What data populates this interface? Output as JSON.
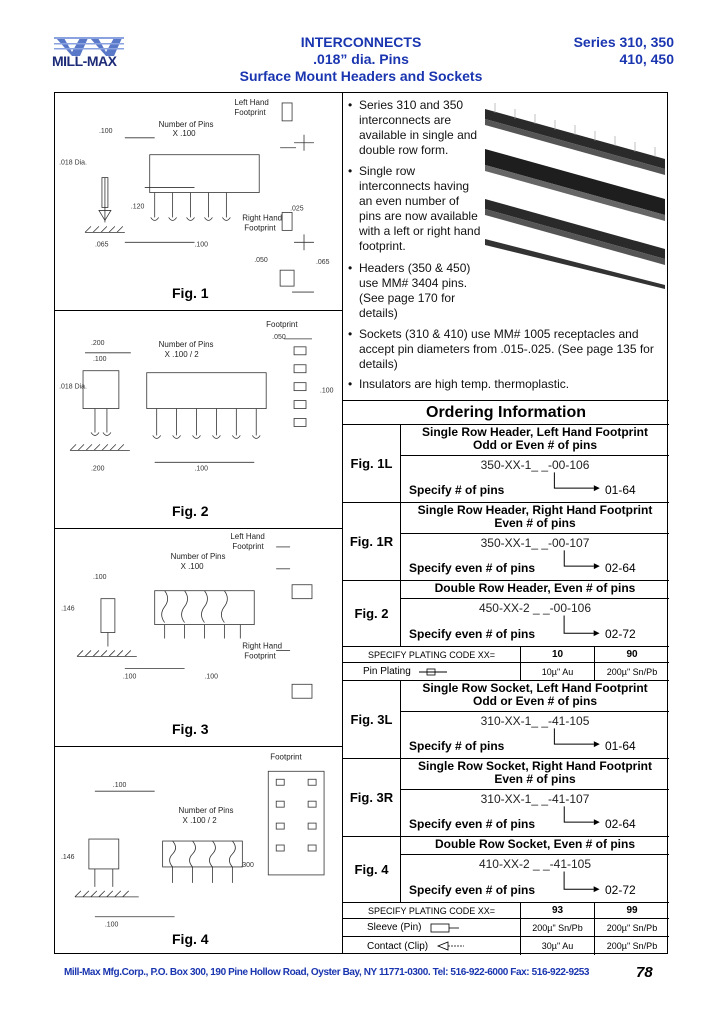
{
  "brand": {
    "logo_text": "MILL-MAX"
  },
  "header": {
    "title_lines": [
      "INTERCONNECTS",
      ".018” dia. Pins",
      "Surface Mount Headers and Sockets"
    ],
    "series_lines": [
      "Series 310, 350",
      "410, 450"
    ]
  },
  "figures": {
    "fig1": {
      "label": "Fig. 1",
      "left_hand": "Left Hand\nFootprint",
      "right_hand": "Right Hand\nFootprint",
      "num_pins": "Number of Pins\nX .100",
      "dim_100": ".100",
      "dim_018": ".018 Dia.",
      "dim_120": ".120",
      "dim_025": ".025",
      "dim_050": ".050",
      "dim_065": ".065"
    },
    "fig2": {
      "label": "Fig. 2",
      "footprint": "Footprint",
      "num_pins": "Number of Pins\nX .100 / 2",
      "dim_200": ".200",
      "dim_100": ".100",
      "dim_018": ".018 Dia.",
      "dim_050": ".050"
    },
    "fig3": {
      "label": "Fig. 3",
      "left_hand": "Left Hand\nFootprint",
      "right_hand": "Right Hand\nFootprint",
      "num_pins": "Number of Pins\nX .100",
      "dim_100": ".100",
      "dim_146": ".146"
    },
    "fig4": {
      "label": "Fig. 4",
      "footprint": "Footprint",
      "num_pins": "Number of Pins\nX .100 / 2",
      "dim_100": ".100",
      "dim_146": ".146",
      "dim_300": ".300"
    }
  },
  "bullets": [
    "Series 310 and 350 interconnects are available in single and double row form.",
    "Single row interconnects having an even number of pins are now available with a left or right hand footprint.",
    "Headers (350 & 450) use MM# 3404 pins. (See page 170 for details)",
    "Sockets (310 & 410) use MM# 1005 receptacles and accept pin diameters from .015-.025. (See page 135 for details)",
    "Insulators are high temp. thermoplastic."
  ],
  "ordering": {
    "title": "Ordering Information",
    "rows": [
      {
        "fig": "Fig. 1L",
        "desc1": "Single Row Header, Left Hand Footprint",
        "desc2": "Odd or Even # of pins",
        "pn": "350-XX-1_ _-00-106",
        "spec": "Specify # of pins",
        "range": "01-64"
      },
      {
        "fig": "Fig. 1R",
        "desc1": "Single Row Header, Right Hand Footprint",
        "desc2": "Even # of pins",
        "pn": "350-XX-1_ _-00-107",
        "spec": "Specify even # of pins",
        "range": "02-64"
      },
      {
        "fig": "Fig. 2",
        "desc1": "Double Row Header, Even # of pins",
        "desc2": "",
        "pn": "450-XX-2 _ _-00-106",
        "spec": "Specify even # of pins",
        "range": "02-72"
      },
      {
        "fig": "Fig. 3L",
        "desc1": "Single Row Socket, Left Hand Footprint",
        "desc2": "Odd or Even # of pins",
        "pn": "310-XX-1_ _-41-105",
        "spec": "Specify # of pins",
        "range": "01-64"
      },
      {
        "fig": "Fig. 3R",
        "desc1": "Single Row Socket, Right Hand Footprint",
        "desc2": "Even # of pins",
        "pn": "310-XX-1_ _-41-107",
        "spec": "Specify even # of pins",
        "range": "02-64"
      },
      {
        "fig": "Fig. 4",
        "desc1": "Double Row Socket, Even # of pins",
        "desc2": "",
        "pn": "410-XX-2 _ _-41-105",
        "spec": "Specify even # of pins",
        "range": "02-72"
      }
    ],
    "plating1": {
      "header": "SPECIFY PLATING CODE XX=",
      "code_a": "10",
      "code_b": "90",
      "row_label": "Pin Plating",
      "val_a": "10µ\" Au",
      "val_b": "200µ\" Sn/Pb"
    },
    "plating2": {
      "header": "SPECIFY PLATING CODE XX=",
      "code_a": "93",
      "code_b": "99",
      "row1_label": "Sleeve (Pin)",
      "row1_a": "200µ\" Sn/Pb",
      "row1_b": "200µ\" Sn/Pb",
      "row2_label": "Contact (Clip)",
      "row2_a": "30µ\" Au",
      "row2_b": "200µ\" Sn/Pb"
    }
  },
  "footer": {
    "address": "Mill-Max Mfg.Corp., P.O. Box 300, 190 Pine Hollow Road, Oyster Bay, NY 11771-0300. Tel: 516-922-6000 Fax: 516-922-9253",
    "page_number": "78"
  }
}
